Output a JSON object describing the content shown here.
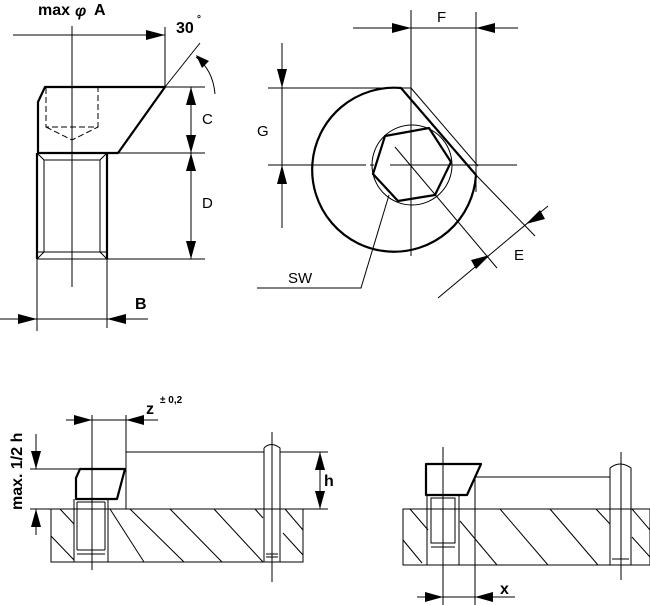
{
  "title": "Clamp screw / clamping element dimension drawing",
  "views": {
    "side_view": {
      "labels": {
        "max_dia_prefix": "max",
        "diameter_symbol": "φ",
        "max_dia": "A",
        "angle": "30",
        "angle_unit": "°",
        "C": "C",
        "D": "D",
        "B": "B"
      }
    },
    "top_view": {
      "labels": {
        "F": "F",
        "G": "G",
        "E": "E",
        "SW": "SW"
      }
    },
    "install_view_1": {
      "labels": {
        "z": "z",
        "z_tol": "± 0,2",
        "max_half_h": "max. 1/2 h",
        "h": "h"
      }
    },
    "install_view_2": {
      "labels": {
        "x": "x"
      }
    }
  }
}
